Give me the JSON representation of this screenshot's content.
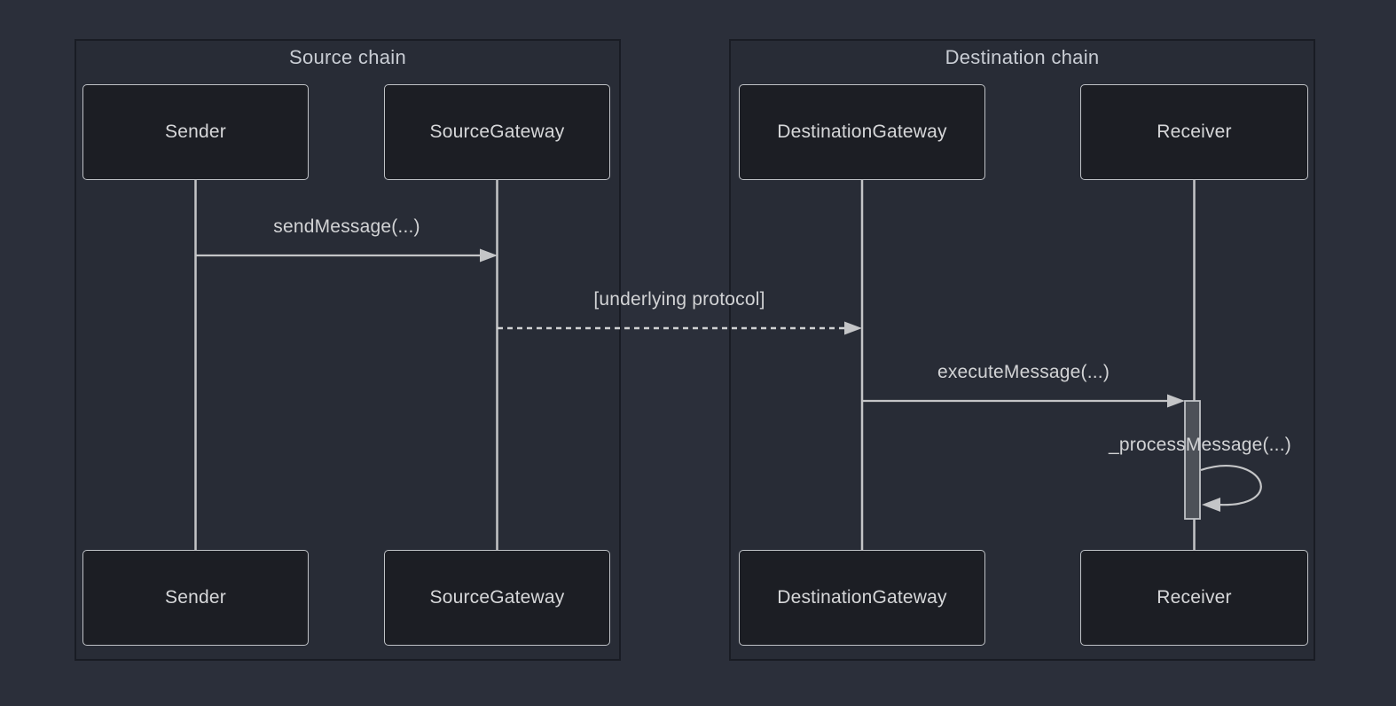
{
  "diagram_type": "sequence-diagram",
  "groups": [
    {
      "label": "Source chain"
    },
    {
      "label": "Destination chain"
    }
  ],
  "actors": [
    {
      "name": "Sender",
      "group": "Source chain"
    },
    {
      "name": "SourceGateway",
      "group": "Source chain"
    },
    {
      "name": "DestinationGateway",
      "group": "Destination chain"
    },
    {
      "name": "Receiver",
      "group": "Destination chain"
    }
  ],
  "messages": [
    {
      "label": "sendMessage(...)",
      "from": "Sender",
      "to": "SourceGateway",
      "line": "solid"
    },
    {
      "label": "[underlying protocol]",
      "from": "SourceGateway",
      "to": "DestinationGateway",
      "line": "dashed"
    },
    {
      "label": "executeMessage(...)",
      "from": "DestinationGateway",
      "to": "Receiver",
      "line": "solid"
    },
    {
      "label": "_processMessage(...)",
      "from": "Receiver",
      "to": "Receiver",
      "line": "self-loop"
    }
  ],
  "colors": {
    "page_background": "#2b2f3a",
    "group_fill": "#282c36",
    "group_border": "#191c24",
    "actor_fill": "#1c1e24",
    "actor_border": "#bfc2c6",
    "line": "#c4c5c7",
    "text": "#d2d3d5",
    "activation_fill": "#4d5158"
  }
}
